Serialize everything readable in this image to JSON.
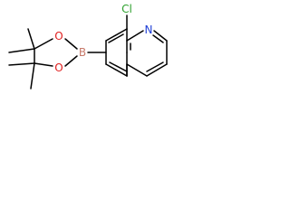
{
  "molecule": {
    "atoms": {
      "chlorine": "Cl",
      "nitrogen": "N",
      "boron": "B",
      "oxygen_upper": "O",
      "oxygen_lower": "O"
    },
    "colors": {
      "bond": "#000000",
      "chlorine": "#2ca02c",
      "nitrogen": "#1f3fd6",
      "boron": "#c87a6b",
      "oxygen": "#e02020"
    }
  }
}
